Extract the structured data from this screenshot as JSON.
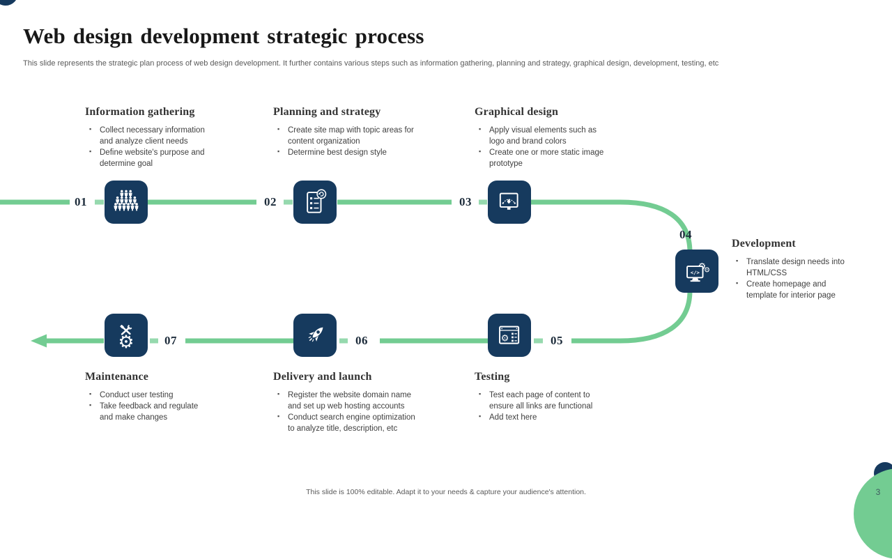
{
  "slide": {
    "title": "Web design development strategic process",
    "subtitle": "This slide represents the strategic plan process of web design development. It further contains various steps such as information gathering, planning and strategy, graphical design, development, testing, etc",
    "footer": "This slide is 100% editable. Adapt it to your needs & capture your audience's attention.",
    "page_number": "3"
  },
  "colors": {
    "navy": "#163A5E",
    "green": "#73CC92",
    "green_light": "#96D9AE",
    "title_text": "#181818",
    "body_text": "#3f3f3f",
    "muted_text": "#595959",
    "number_text": "#1c2b3a"
  },
  "steps": [
    {
      "number": "01",
      "title": "Information gathering",
      "icon": "people-group-icon",
      "bullets": [
        "Collect necessary information and analyze client needs",
        "Define website's purpose and determine goal"
      ]
    },
    {
      "number": "02",
      "title": "Planning and strategy",
      "icon": "checklist-icon",
      "bullets": [
        "Create site map with topic areas for content organization",
        "Determine best design style"
      ]
    },
    {
      "number": "03",
      "title": "Graphical design",
      "icon": "design-board-icon",
      "bullets": [
        "Apply visual elements such as logo and brand colors",
        "Create one or more static image prototype"
      ]
    },
    {
      "number": "04",
      "title": "Development",
      "icon": "code-monitor-icon",
      "bullets": [
        "Translate design needs into HTML/CSS",
        "Create homepage and template for interior page"
      ]
    },
    {
      "number": "05",
      "title": "Testing",
      "icon": "browser-check-icon",
      "bullets": [
        "Test each page of content to ensure all links are functional",
        "Add text here"
      ]
    },
    {
      "number": "06",
      "title": "Delivery and launch",
      "icon": "rocket-icon",
      "bullets": [
        "Register the website domain name and set up web hosting accounts",
        "Conduct search engine optimization to analyze title, description, etc"
      ]
    },
    {
      "number": "07",
      "title": "Maintenance",
      "icon": "gear-wrench-icon",
      "bullets": [
        "Conduct user testing",
        "Take feedback and regulate and make changes"
      ]
    }
  ]
}
